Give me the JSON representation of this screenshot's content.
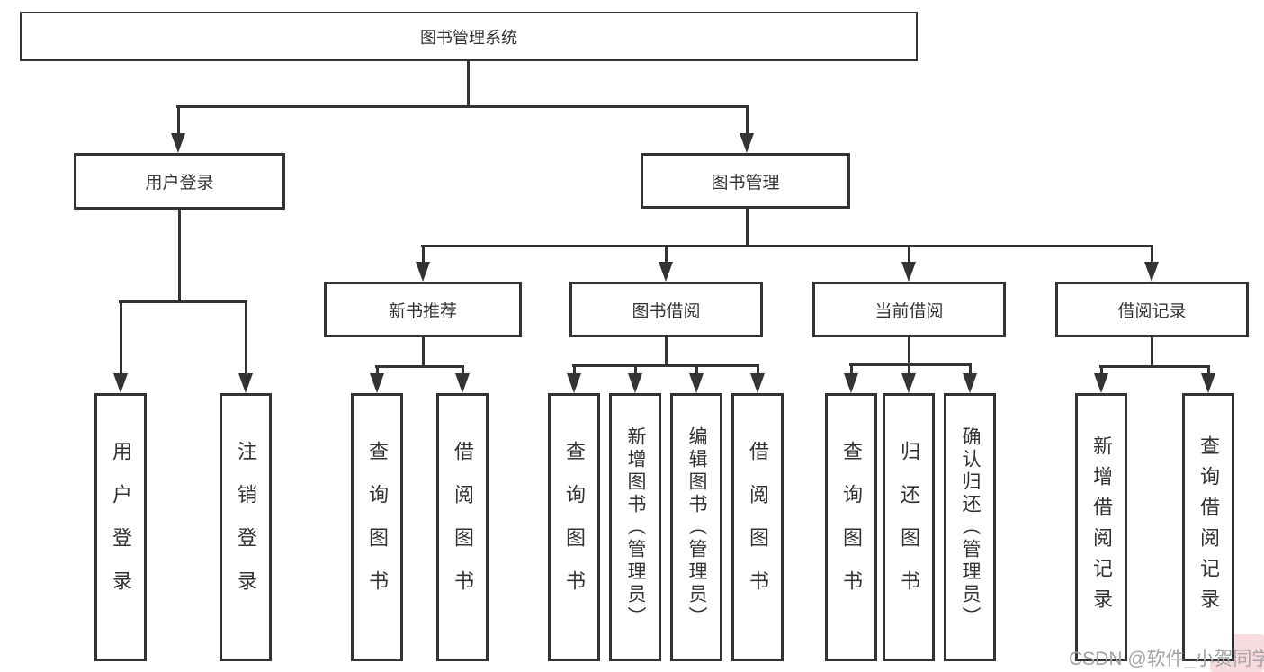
{
  "diagram": {
    "root": {
      "label": "图书管理系统"
    },
    "branches": [
      {
        "label": "用户登录",
        "children": [
          "用户登录",
          "注销登录"
        ]
      },
      {
        "label": "图书管理",
        "children": [
          {
            "label": "新书推荐",
            "children": [
              "查询图书",
              "借阅图书"
            ]
          },
          {
            "label": "图书借阅",
            "children": [
              "查询图书",
              "新增图书（管理员）",
              "编辑图书（管理员）",
              "借阅图书"
            ]
          },
          {
            "label": "当前借阅",
            "children": [
              "查询图书",
              "归还图书",
              "确认归还（管理员）"
            ]
          },
          {
            "label": "借阅记录",
            "children": [
              "新增借阅记录",
              "查询借阅记录"
            ]
          }
        ]
      }
    ]
  },
  "watermark": {
    "text": "CSDN @软件_小贺同学"
  },
  "colors": {
    "line": "#333333",
    "box_background": "#ffffff",
    "watermark_text": "#a3a3a3",
    "watermark_background": "#f8dbe0"
  }
}
